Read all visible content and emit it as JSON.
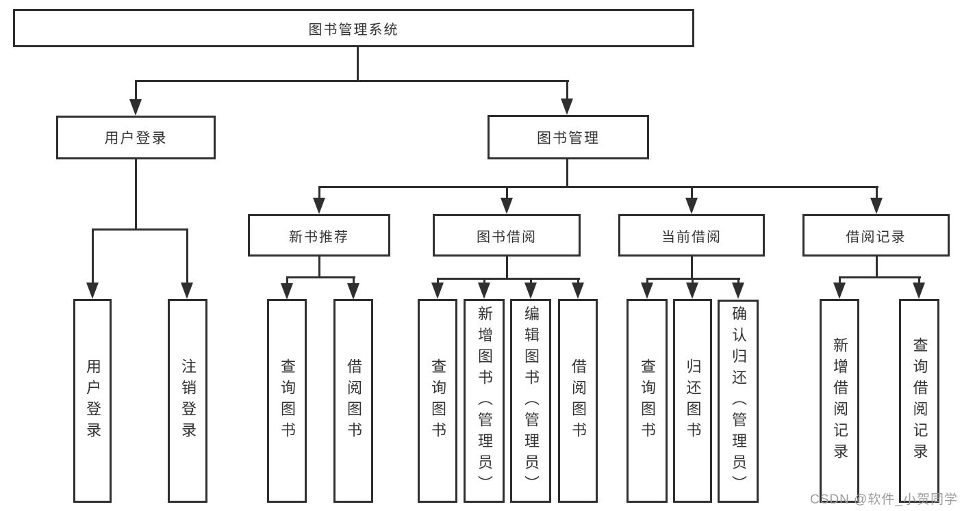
{
  "colors": {
    "line": "#2f2f2f",
    "text": "#333333",
    "watermark": "#9c9c9c",
    "background": "#ffffff"
  },
  "watermark": {
    "text": "CSDN @软件_小贺同学"
  },
  "nodes": {
    "root": {
      "label": "图书管理系统"
    },
    "user_login": {
      "label": "用户登录"
    },
    "book_mgmt": {
      "label": "图书管理"
    },
    "new_book_rec": {
      "label": "新书推荐"
    },
    "book_borrow": {
      "label": "图书借阅"
    },
    "current_borrow": {
      "label": "当前借阅"
    },
    "borrow_records": {
      "label": "借阅记录"
    },
    "leaf_user_login": {
      "label": "用户登录"
    },
    "leaf_logout": {
      "label": "注销登录"
    },
    "leaf_rec_query_books": {
      "label": "查询图书"
    },
    "leaf_rec_borrow_books": {
      "label": "借阅图书"
    },
    "leaf_bb_query_books": {
      "label": "查询图书"
    },
    "leaf_bb_add_books": {
      "label": "新增图书（管理员）"
    },
    "leaf_bb_edit_books": {
      "label": "编辑图书（管理员）"
    },
    "leaf_bb_borrow_books": {
      "label": "借阅图书"
    },
    "leaf_cb_query_books": {
      "label": "查询图书"
    },
    "leaf_cb_return_books": {
      "label": "归还图书"
    },
    "leaf_cb_confirm_return": {
      "label": "确认归还（管理员）"
    },
    "leaf_br_add_record": {
      "label": "新增借阅记录"
    },
    "leaf_br_query_record": {
      "label": "查询借阅记录"
    }
  }
}
